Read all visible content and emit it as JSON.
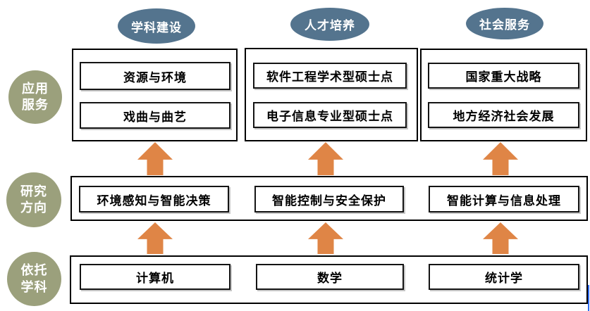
{
  "colors": {
    "oval_fill": "#54748E",
    "circle_fill": "#9BA07C",
    "arrow_fill": "#DF8546",
    "box_border": "#000000",
    "background": "#FFFFFF",
    "artifact_blue": "#2E6BF0"
  },
  "headers": [
    {
      "label": "学科建设"
    },
    {
      "label": "人才培养"
    },
    {
      "label": "社会服务"
    }
  ],
  "row1": {
    "label": {
      "line1": "应用",
      "line2": "服务"
    },
    "groups": [
      {
        "items": [
          "资源与环境",
          "戏曲与曲艺"
        ]
      },
      {
        "items": [
          "软件工程学术型硕士点",
          "电子信息专业型硕士点"
        ]
      },
      {
        "items": [
          "国家重大战略",
          "地方经济社会发展"
        ]
      }
    ]
  },
  "row2": {
    "label": {
      "line1": "研究",
      "line2": "方向"
    },
    "items": [
      "环境感知与智能决策",
      "智能控制与安全保护",
      "智能计算与信息处理"
    ]
  },
  "row3": {
    "label": {
      "line1": "依托",
      "line2": "学科"
    },
    "items": [
      "计算机",
      "数学",
      "统计学"
    ]
  }
}
